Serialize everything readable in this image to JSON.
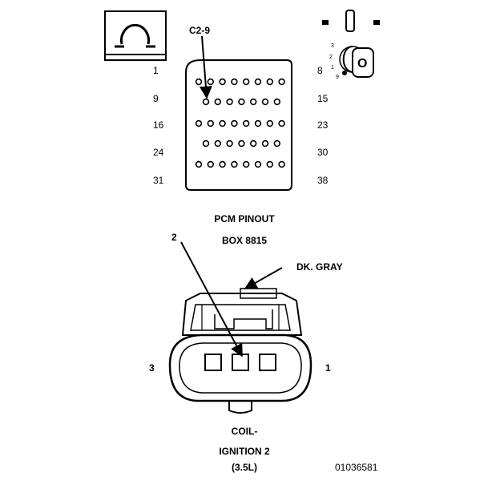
{
  "pcm": {
    "callout": "C2-9",
    "title_line1": "PCM PINOUT",
    "title_line2": "BOX 8815",
    "row_labels_left": [
      "1",
      "9",
      "16",
      "24",
      "31"
    ],
    "row_labels_right": [
      "8",
      "15",
      "23",
      "30",
      "38"
    ],
    "row_pin_counts": [
      8,
      7,
      8,
      7,
      8
    ]
  },
  "key_icon": {
    "numbers": [
      "3",
      "2",
      "1",
      "9"
    ],
    "key_letter": "O"
  },
  "coil": {
    "callout": "2",
    "wire_color": "DK. GRAY",
    "left_pin": "3",
    "right_pin": "1",
    "caption_line1": "COIL-",
    "caption_line2": "IGNITION 2",
    "caption_line3": "(3.5L)"
  },
  "figure_id": "01036581"
}
